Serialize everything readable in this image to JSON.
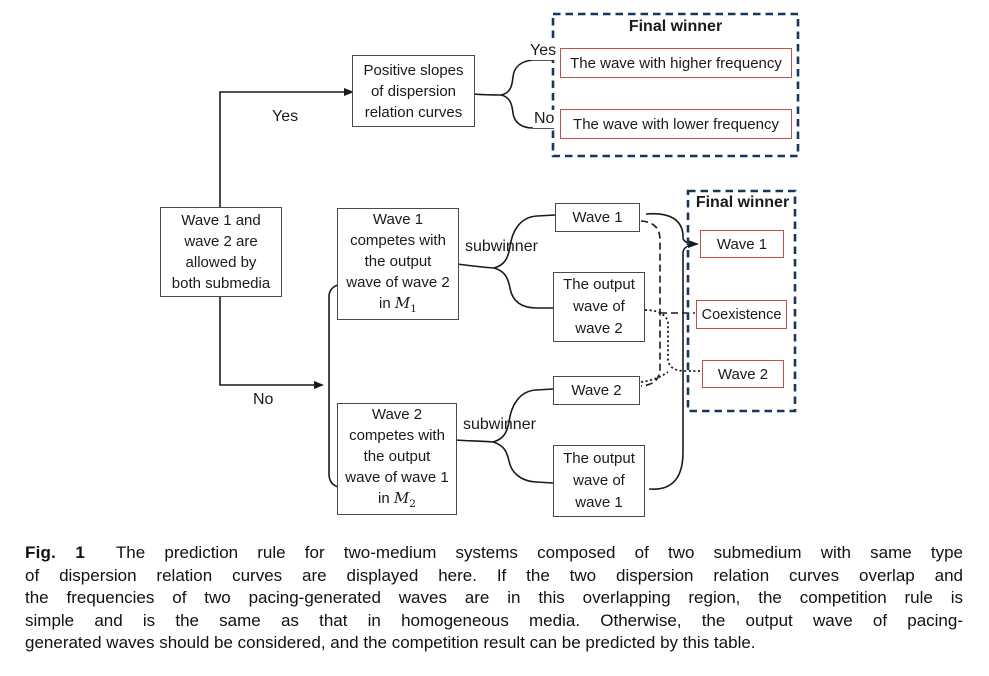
{
  "diagram": {
    "labels": {
      "yes_left": "Yes",
      "no_left": "No",
      "yes_branch": "Yes",
      "no_branch": "No",
      "subwinner_top": "subwinner",
      "subwinner_bottom": "subwinner"
    },
    "root_box": [
      "Wave 1 and",
      "wave 2 are",
      "allowed by",
      "both submedia"
    ],
    "positive_slopes_box": [
      "Positive slopes",
      "of dispersion",
      "relation curves"
    ],
    "compete1_box": {
      "lines": [
        "Wave 1",
        "competes with",
        "the output",
        "wave of wave 2"
      ],
      "in_word": "in",
      "medium": "M",
      "medium_sub": "1"
    },
    "compete2_box": {
      "lines": [
        "Wave 2",
        "competes with",
        "the output",
        "wave of wave 1"
      ],
      "in_word": "in",
      "medium": "M",
      "medium_sub": "2"
    },
    "sub_boxes": {
      "wave1": "Wave 1",
      "output_wave2": [
        "The output",
        "wave of",
        "wave 2"
      ],
      "wave2": "Wave 2",
      "output_wave1": [
        "The output",
        "wave of",
        "wave 1"
      ]
    },
    "final_top": {
      "title": "Final winner",
      "higher": "The wave with higher frequency",
      "lower": "The wave with lower frequency"
    },
    "final_right": {
      "title": "Final winner",
      "wave1": "Wave 1",
      "coexistence": "Coexistence",
      "wave2": "Wave 2"
    }
  },
  "caption": {
    "fig_label": "Fig.  1",
    "lines": [
      "The prediction rule for two-medium systems composed of two submedium with same type",
      "of dispersion relation curves are displayed here.  If the two dispersion relation curves overlap and",
      "the frequencies of two pacing-generated waves are in this overlapping region, the competition rule is",
      "simple and is the same as that in homogeneous media.  Otherwise, the output wave of pacing-",
      "generated waves should be considered, and the competition result can be predicted by this table."
    ]
  },
  "colors": {
    "red_accent": "#c0504d",
    "navy_dash": "#17375e",
    "line_color": "#1a1a1a",
    "box_border": "#4a4a4a",
    "background": "#ffffff"
  }
}
